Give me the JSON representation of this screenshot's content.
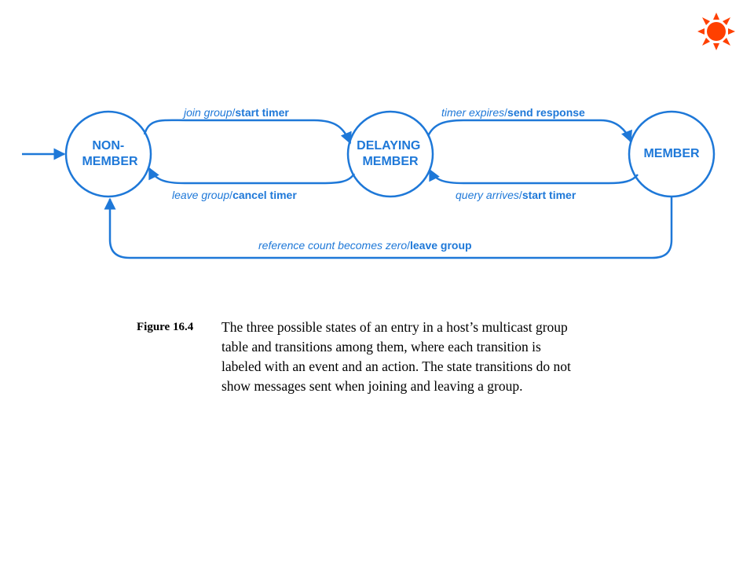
{
  "diagram": {
    "colors": {
      "stroke": "#1e78d8",
      "sun_icon": "#ff4000"
    },
    "states": [
      {
        "id": "non_member",
        "lines": [
          "NON-",
          "MEMBER"
        ]
      },
      {
        "id": "delaying_member",
        "lines": [
          "DELAYING",
          "MEMBER"
        ]
      },
      {
        "id": "member",
        "lines": [
          "MEMBER"
        ]
      }
    ],
    "transitions": [
      {
        "id": "join",
        "event": "join group",
        "action": "start timer"
      },
      {
        "id": "timer",
        "event": "timer expires",
        "action": "send response"
      },
      {
        "id": "leave",
        "event": "leave group",
        "action": "cancel timer"
      },
      {
        "id": "query",
        "event": "query arrives",
        "action": "start timer"
      },
      {
        "id": "zero",
        "event": "reference count becomes zero",
        "action": "leave group"
      }
    ],
    "separator": "/",
    "icon": "sun-icon"
  },
  "caption": {
    "label": "Figure 16.4",
    "lines": [
      "The three possible states of an entry in a host’s multicast group",
      "table and transitions among them, where each transition is",
      "labeled with an event and an action.  The state transitions do not",
      "show messages  sent when joining and leaving a group."
    ]
  }
}
